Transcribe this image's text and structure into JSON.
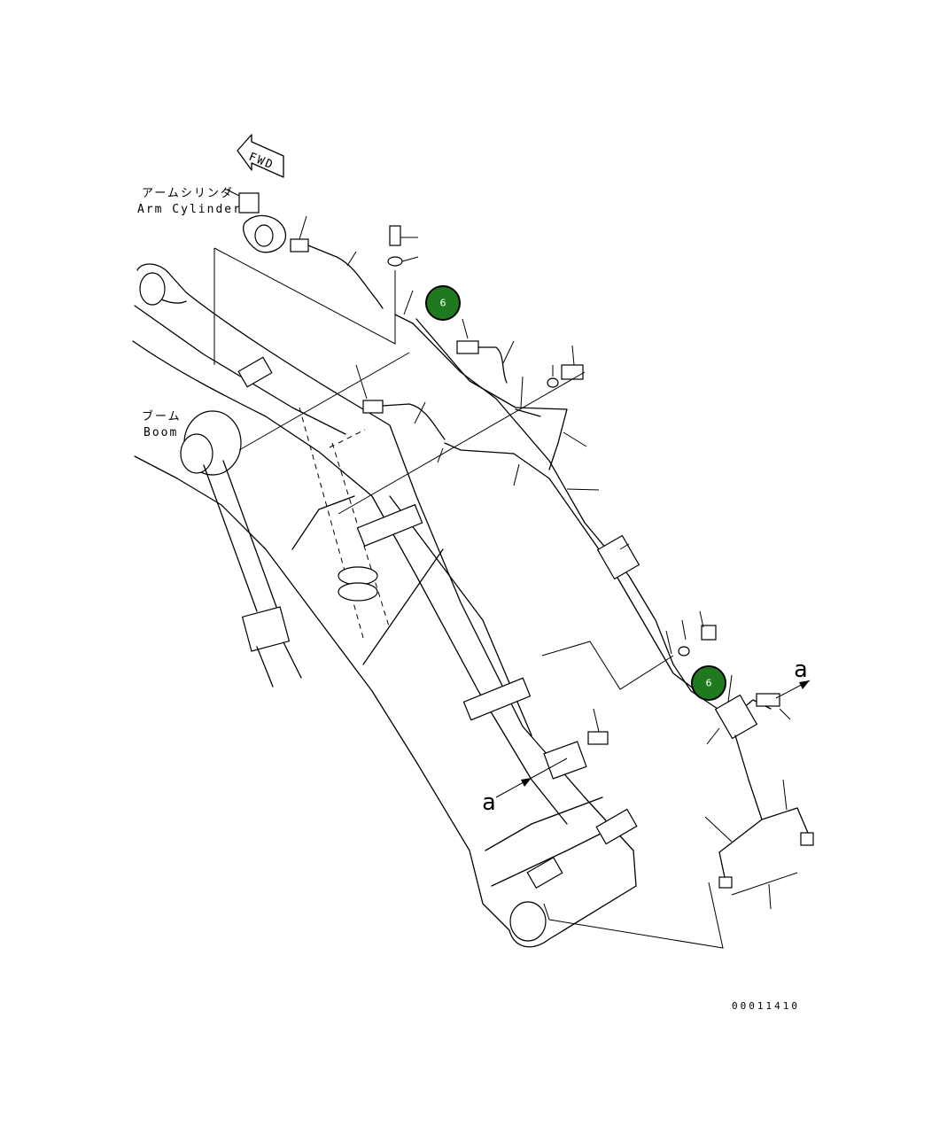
{
  "labels": {
    "arm_cylinder_jp": "アームシリンダ",
    "arm_cylinder_en": "Arm Cylinder",
    "boom_jp": "ブーム",
    "boom_en": "Boom",
    "fwd": "FWD",
    "view_a_top": "a",
    "view_a_bottom": "a",
    "drawing_number": "00011410"
  },
  "callouts": [
    {
      "label": "6",
      "color": "#1f7a1f"
    },
    {
      "label": "6",
      "color": "#1f7a1f"
    }
  ]
}
